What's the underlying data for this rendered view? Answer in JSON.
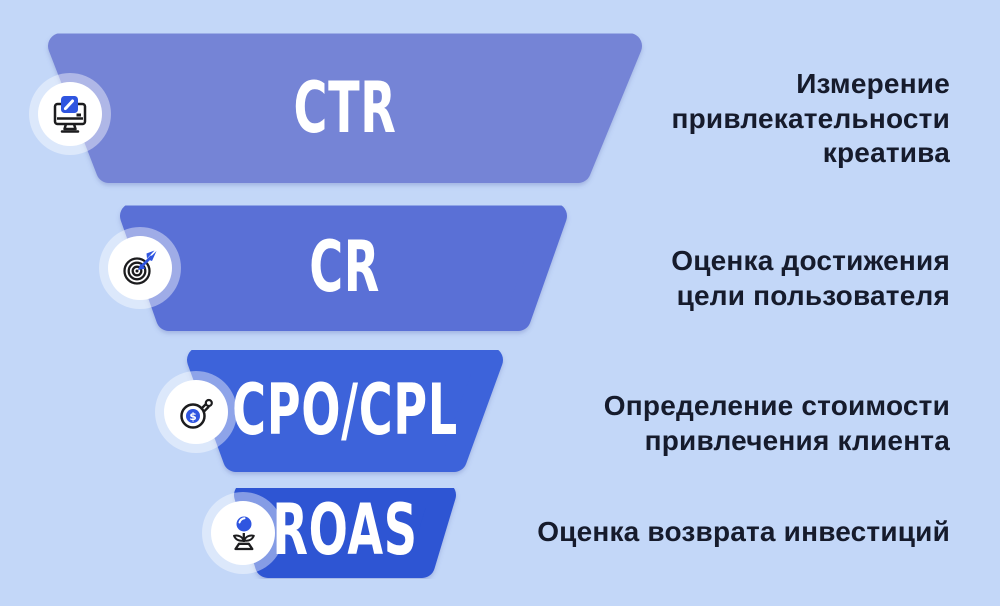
{
  "background_color": "#c3d7f8",
  "funnel": {
    "label_color": "#ffffff",
    "description_color": "#161b2c",
    "icon_accent_color": "#2f55e0",
    "icon_outline_color": "#1c1c1e",
    "stages": [
      {
        "label": "CTR",
        "description": "Измерение\nпривлекательности\nкреатива",
        "color": "#7584d6",
        "icon": "monitor-pen-icon"
      },
      {
        "label": "CR",
        "description": "Оценка достижения\nцели пользователя",
        "color": "#5a70d6",
        "icon": "target-dart-icon"
      },
      {
        "label": "CPO/CPL",
        "description": "Определение стоимости\nпривлечения клиента",
        "color": "#3d63da",
        "icon": "money-bag-icon"
      },
      {
        "label": "ROAS",
        "description": "Оценка возврата инвестиций",
        "color": "#2d54d3",
        "icon": "sprout-coin-icon"
      }
    ]
  }
}
